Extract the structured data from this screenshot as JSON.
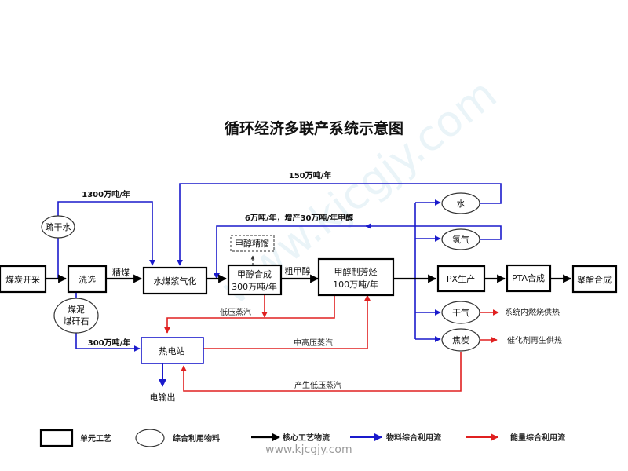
{
  "title": "循环经济多联产系统示意图",
  "colors": {
    "core": "#000000",
    "material": "#1a1acc",
    "energy": "#e02020"
  },
  "units": {
    "coal_mining": "煤炭开采",
    "washing": "洗选",
    "gasification": "水煤浆气化",
    "methanol_synthesis_1": "甲醇合成",
    "methanol_synthesis_2": "300万吨/年",
    "methanol_to_aromatics_1": "甲醇制芳烃",
    "methanol_to_aromatics_2": "100万吨/年",
    "px": "PX生产",
    "pta": "PTA合成",
    "polyester": "聚酯合成",
    "power_plant": "热电站",
    "methanol_distillation": "甲醇精馏"
  },
  "materials": {
    "drain_water": "疏干水",
    "slime_1": "煤泥",
    "slime_2": "煤矸石",
    "water": "水",
    "hydrogen": "氢气",
    "dry_gas": "干气",
    "coke": "焦炭"
  },
  "labels": {
    "clean_coal": "精煤",
    "crude_methanol": "粗甲醇",
    "flow_1300": "1300万吨/年",
    "flow_150": "150万吨/年",
    "flow_6": "6万吨/年，增产30万吨/年甲醇",
    "flow_300": "300万吨/年",
    "low_pressure_steam": "低压蒸汽",
    "mid_high_pressure_steam": "中高压蒸汽",
    "generated_low_pressure_steam": "产生低压蒸汽",
    "power_output": "电输出",
    "combustion_heat": "系统内燃烧供热",
    "catalyst_heat": "催化剂再生供热"
  },
  "legend": {
    "unit": "单元工艺",
    "material": "综合利用物料",
    "core_flow": "核心工艺物流",
    "material_flow": "物料综合利用流",
    "energy_flow": "能量综合利用流"
  },
  "watermark": "www.kjcgjy.com"
}
